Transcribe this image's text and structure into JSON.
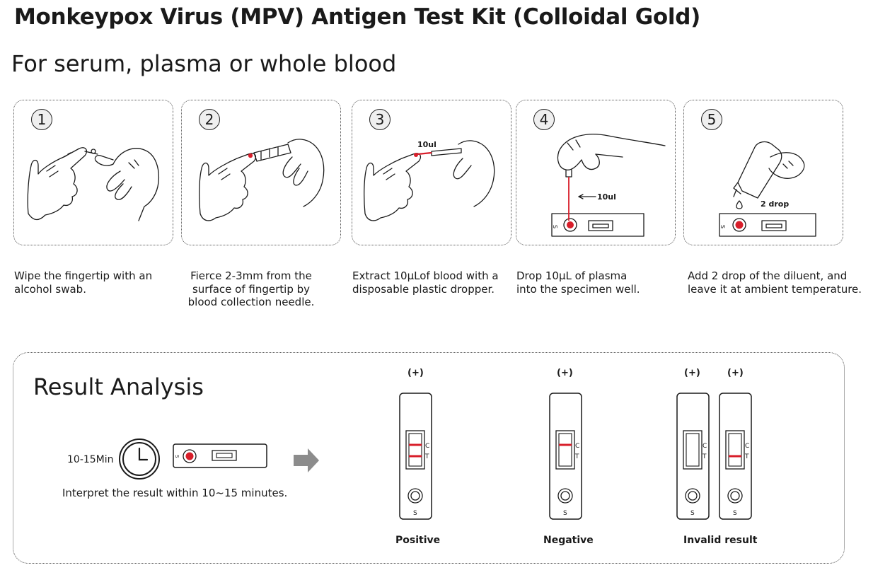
{
  "header": {
    "title": "Monkeypox Virus (MPV) Antigen Test Kit (Colloidal Gold)",
    "subtitle": "For serum, plasma or whole blood"
  },
  "steps": [
    {
      "number": "1",
      "caption": "Wipe the fingertip with an\nalcohol swab."
    },
    {
      "number": "2",
      "caption": "Fierce 2-3mm from the\nsurface of fingertip by\nblood collection needle."
    },
    {
      "number": "3",
      "caption": "Extract 10μLof blood with a\ndisposable plastic dropper.",
      "label": "10ul"
    },
    {
      "number": "4",
      "caption": "Drop 10μL of plasma\n into the specimen well.",
      "label": "10ul"
    },
    {
      "number": "5",
      "caption": "Add 2 drop of the diluent, and\nleave it at ambient temperature.",
      "label": "2 drop"
    }
  ],
  "result": {
    "title": "Result Analysis",
    "timer_label": "10-15Min",
    "interpret": "Interpret the result within 10~15 minutes.",
    "cassette_letters": {
      "s": "S",
      "c": "C",
      "t": "T"
    },
    "outcomes": [
      {
        "label": "Positive",
        "marks": [
          "(+)"
        ]
      },
      {
        "label": "Negative",
        "marks": [
          "(+)"
        ]
      },
      {
        "label": "Invalid result",
        "marks": [
          "(+)",
          "(+)"
        ]
      }
    ]
  },
  "colors": {
    "blood_red": "#d81e2a",
    "arrow_gray": "#8c8c8c",
    "line": "#1a1a1a"
  }
}
